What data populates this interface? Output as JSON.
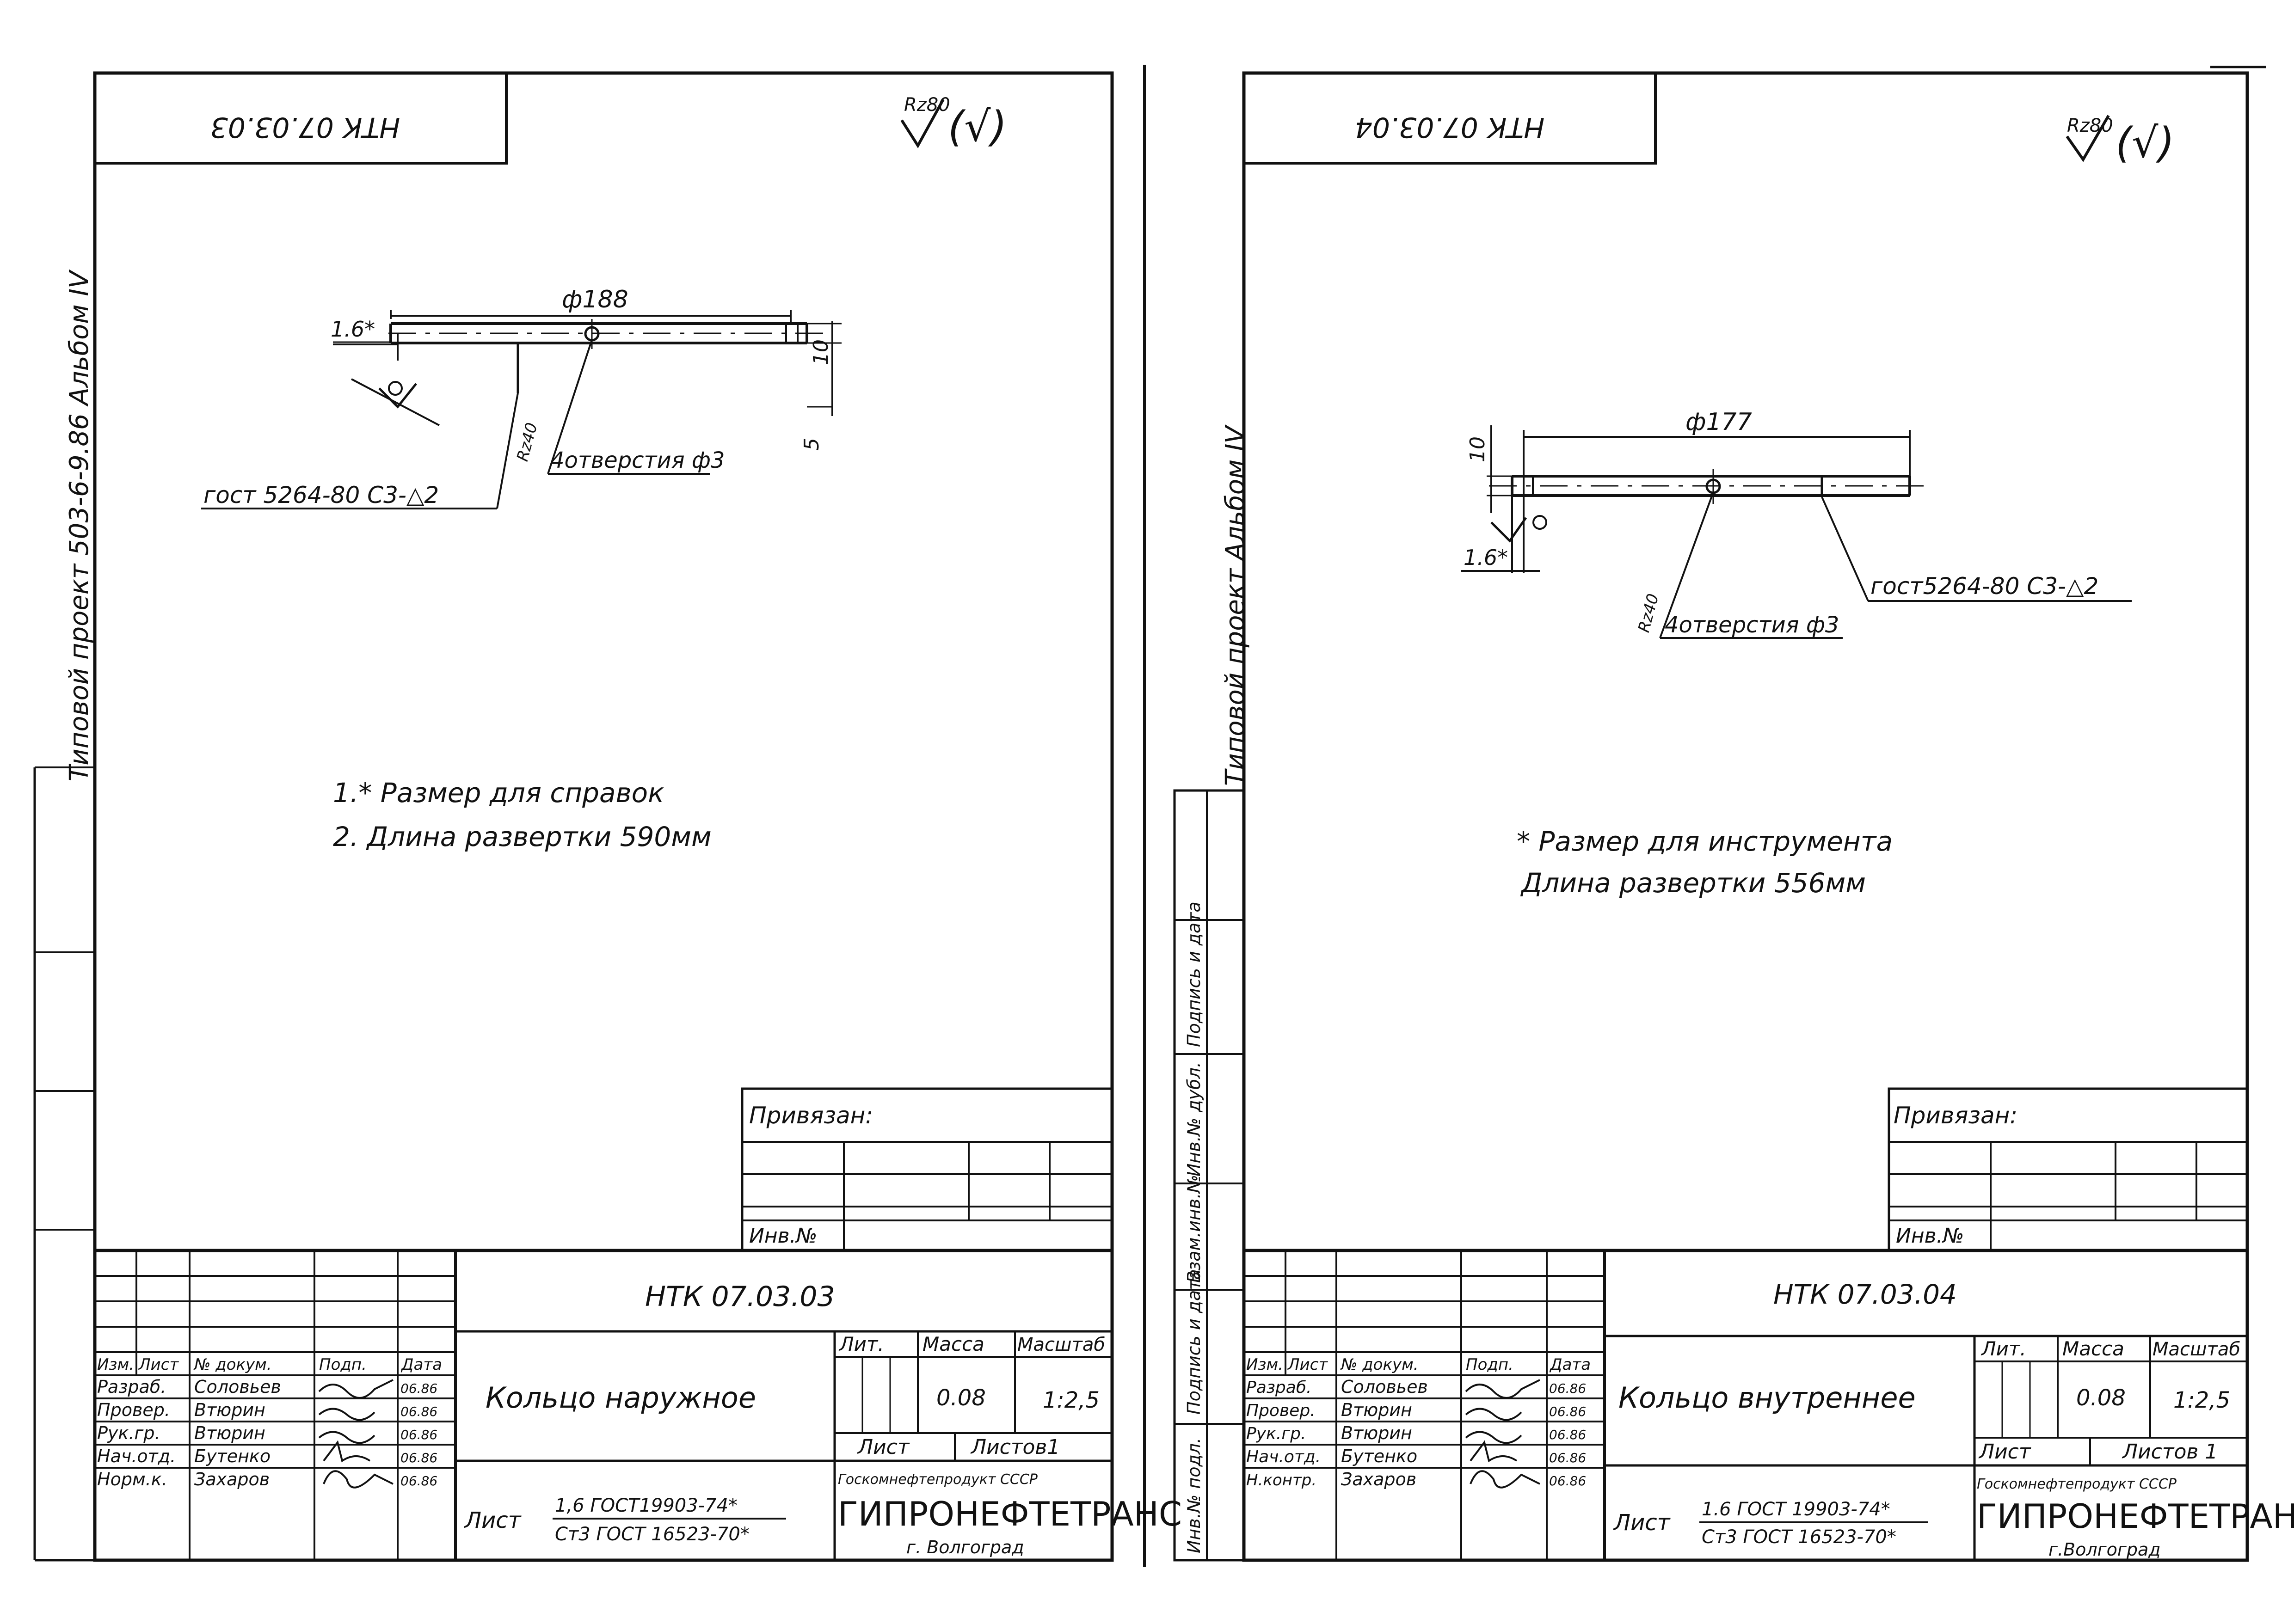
{
  "left": {
    "code_flipped": "НТК 07.03.03",
    "roughness_top": "Rz80",
    "roughness_paren": "(√)",
    "side_label": "Типовой проект 503-6-9.86 Альбом IV",
    "dim_thick": "1.6*",
    "dim_diam": "ф188",
    "dim_height": "10",
    "dim_5": "5",
    "rough_small": "Rz40",
    "holes_label": "4отверстия ф3",
    "weld_label": "гост 5264-80 С3-△2",
    "note1": "1.* Размер для справок",
    "note2": "2. Длина развертки 590мм",
    "privyazan": "Привязан:",
    "inv": "Инв.№",
    "code": "НТК 07.03.03",
    "title": "Кольцо наружное",
    "lit": "Лит.",
    "mass_h": "Масса",
    "scale_h": "Масштаб",
    "mass": "0.08",
    "scale": "1:2,5",
    "list": "Лист",
    "listov": "Листов1",
    "org1": "Госкомнефтепродукт СССР",
    "org2": "ГИПРОНЕФТЕТРАНС",
    "org3": "г. Волгоград",
    "material_word": "Лист",
    "material1": "1,6 ГОСТ19903-74*",
    "material2": "Ст3 ГОСТ 16523-70*",
    "hdr": [
      "Изм.",
      "Лист",
      "№ докум.",
      "Подп.",
      "Дата"
    ],
    "rows": [
      [
        "Разраб.",
        "Соловьев",
        "06.86"
      ],
      [
        "Провер.",
        "Втюрин",
        "06.86"
      ],
      [
        "Рук.гр.",
        "Втюрин",
        "06.86"
      ],
      [
        "Нач.отд.",
        "Бутенко",
        "06.86"
      ],
      [
        "Норм.к.",
        "Захаров",
        "06.86"
      ]
    ]
  },
  "right": {
    "code_flipped": "НТК 07.03.04",
    "roughness_top": "Rz80",
    "roughness_paren": "(√)",
    "side_label": "Типовой проект Альбом IV",
    "dim_thick": "1.6*",
    "dim_diam": "ф177",
    "dim_height": "10",
    "rough_small": "Rz40",
    "holes_label": "4отверстия ф3",
    "weld_label": "гост5264-80 С3-△2",
    "note1": "* Размер для инструмента",
    "note2": "Длина развертки 556мм",
    "privyazan": "Привязан:",
    "inv": "Инв.№",
    "code": "НТК 07.03.04",
    "title": "Кольцо внутреннее",
    "lit": "Лит.",
    "mass_h": "Масса",
    "scale_h": "Масштаб",
    "mass": "0.08",
    "scale": "1:2,5",
    "list": "Лист",
    "listov": "Листов 1",
    "org1": "Госкомнефтепродукт СССР",
    "org2": "ГИПРОНЕФТЕТРАНС",
    "org3": "г.Волгоград",
    "material_word": "Лист",
    "material1": "1.6 ГОСТ 19903-74*",
    "material2": "Ст3 ГОСТ 16523-70*",
    "hdr": [
      "Изм.",
      "Лист",
      "№ докум.",
      "Подп.",
      "Дата"
    ],
    "rows": [
      [
        "Разраб.",
        "Соловьев",
        "06.86"
      ],
      [
        "Провер.",
        "Втюрин",
        "06.86"
      ],
      [
        "Рук.гр.",
        "Втюрин",
        "06.86"
      ],
      [
        "Нач.отд.",
        "Бутенко",
        "06.86"
      ],
      [
        "Н.контр.",
        "Захаров",
        "06.86"
      ]
    ],
    "stamp_cols": [
      "Инв.№ подл.",
      "Подпись и дата",
      "Взам.инв.№",
      "Инв.№ дубл.",
      "Подпись и дата"
    ]
  }
}
